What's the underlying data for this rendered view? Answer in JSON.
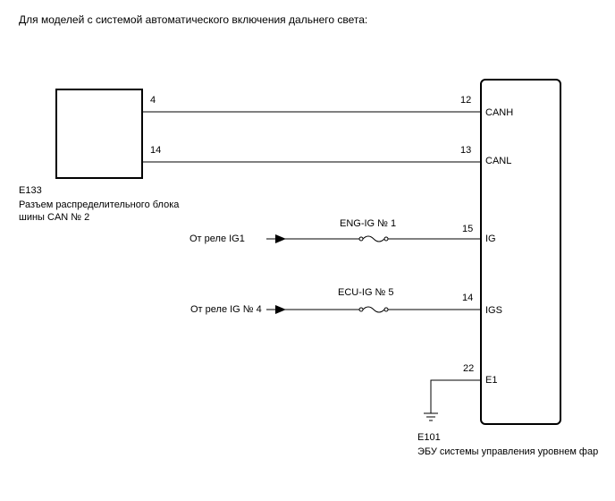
{
  "title": "Для моделей с системой автоматического включения дальнего света:",
  "connector": {
    "code": "E133",
    "name_line1": "Разъем распределительного блока",
    "name_line2": "шины CAN № 2",
    "pin_canh": "4",
    "pin_canl": "14"
  },
  "ecu": {
    "code": "E101",
    "name": "ЭБУ системы управления уровнем фар",
    "pins": [
      {
        "number": "12",
        "label": "CANH"
      },
      {
        "number": "13",
        "label": "CANL"
      },
      {
        "number": "15",
        "label": "IG"
      },
      {
        "number": "14",
        "label": "IGS"
      },
      {
        "number": "22",
        "label": "E1"
      }
    ]
  },
  "inputs": [
    {
      "source": "От реле IG1",
      "fuse": "ENG-IG № 1"
    },
    {
      "source": "От реле IG № 4",
      "fuse": "ECU-IG № 5"
    }
  ],
  "colors": {
    "line": "#000000",
    "background": "#ffffff"
  }
}
